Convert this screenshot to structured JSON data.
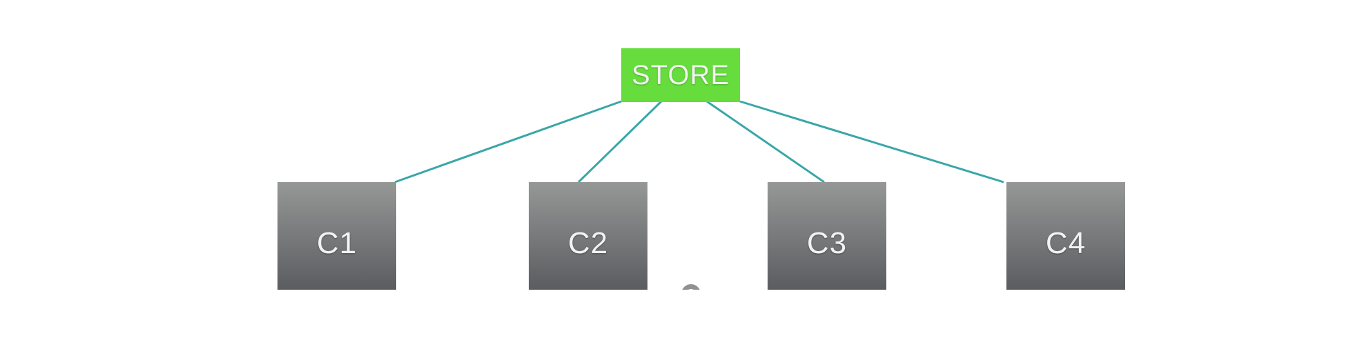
{
  "colors": {
    "store_fill": "#66dd3c",
    "child_fill_top": "#959896",
    "child_fill_bottom": "#5b5c60",
    "connector": "#3aa6a8",
    "label_text": "#f2f2f2"
  },
  "diagram": {
    "root": {
      "id": "store",
      "label": "STORE"
    },
    "children": [
      {
        "id": "c1",
        "label": "C1"
      },
      {
        "id": "c2",
        "label": "C2"
      },
      {
        "id": "c3",
        "label": "C3"
      },
      {
        "id": "c4",
        "label": "C4"
      }
    ],
    "edges": [
      {
        "from": "store",
        "to": "c1"
      },
      {
        "from": "store",
        "to": "c2"
      },
      {
        "from": "store",
        "to": "c3"
      },
      {
        "from": "store",
        "to": "c4"
      }
    ]
  }
}
